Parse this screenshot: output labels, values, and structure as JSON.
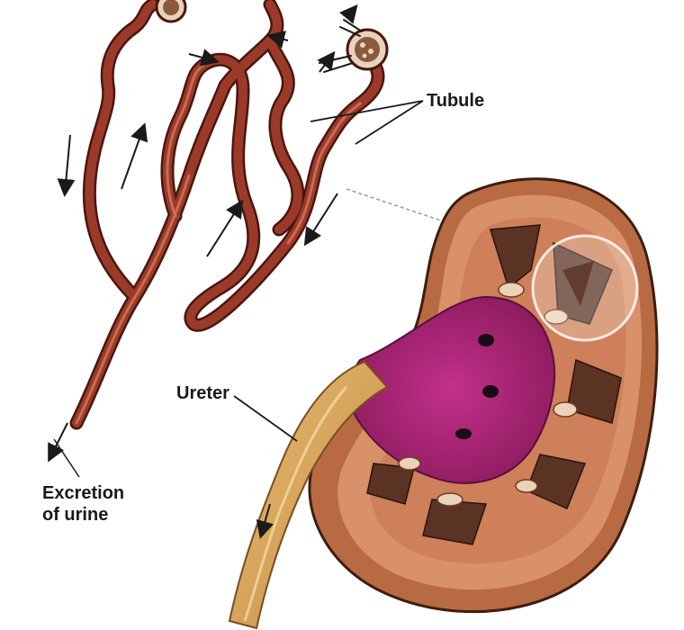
{
  "labels": {
    "tubule": "Tubule",
    "ureter": "Ureter",
    "excretion_line1": "Excretion",
    "excretion_line2": "of urine"
  },
  "colors": {
    "tubule_fill": "#9c3a2a",
    "tubule_outline": "#4a160f",
    "kidney_outer": "#b86a43",
    "kidney_cortex": "#d9916a",
    "pelvis": "#b0267a",
    "ureter": "#d9a55a",
    "pyramid": "#5a3324",
    "arrow": "#1a1a1a"
  }
}
